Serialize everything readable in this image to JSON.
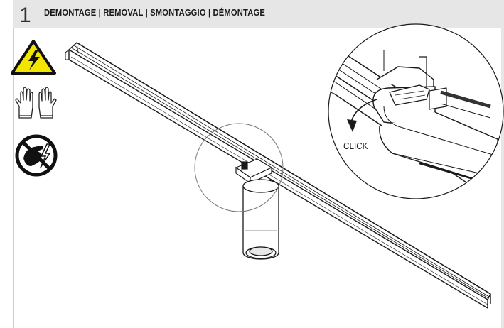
{
  "header": {
    "step_number": "1",
    "title": "DEMONTAGE | REMOVAL | SMONTAGGIO | DÉMONTAGE"
  },
  "icons": [
    "warning-high-voltage-icon",
    "protective-gloves-icon",
    "do-not-touch-live-icon"
  ],
  "detail": {
    "click_label": "CLICK"
  },
  "colors": {
    "warning_yellow": "#f2e600",
    "header_gray": "#e6e6e6",
    "line": "#1a1a1a"
  }
}
